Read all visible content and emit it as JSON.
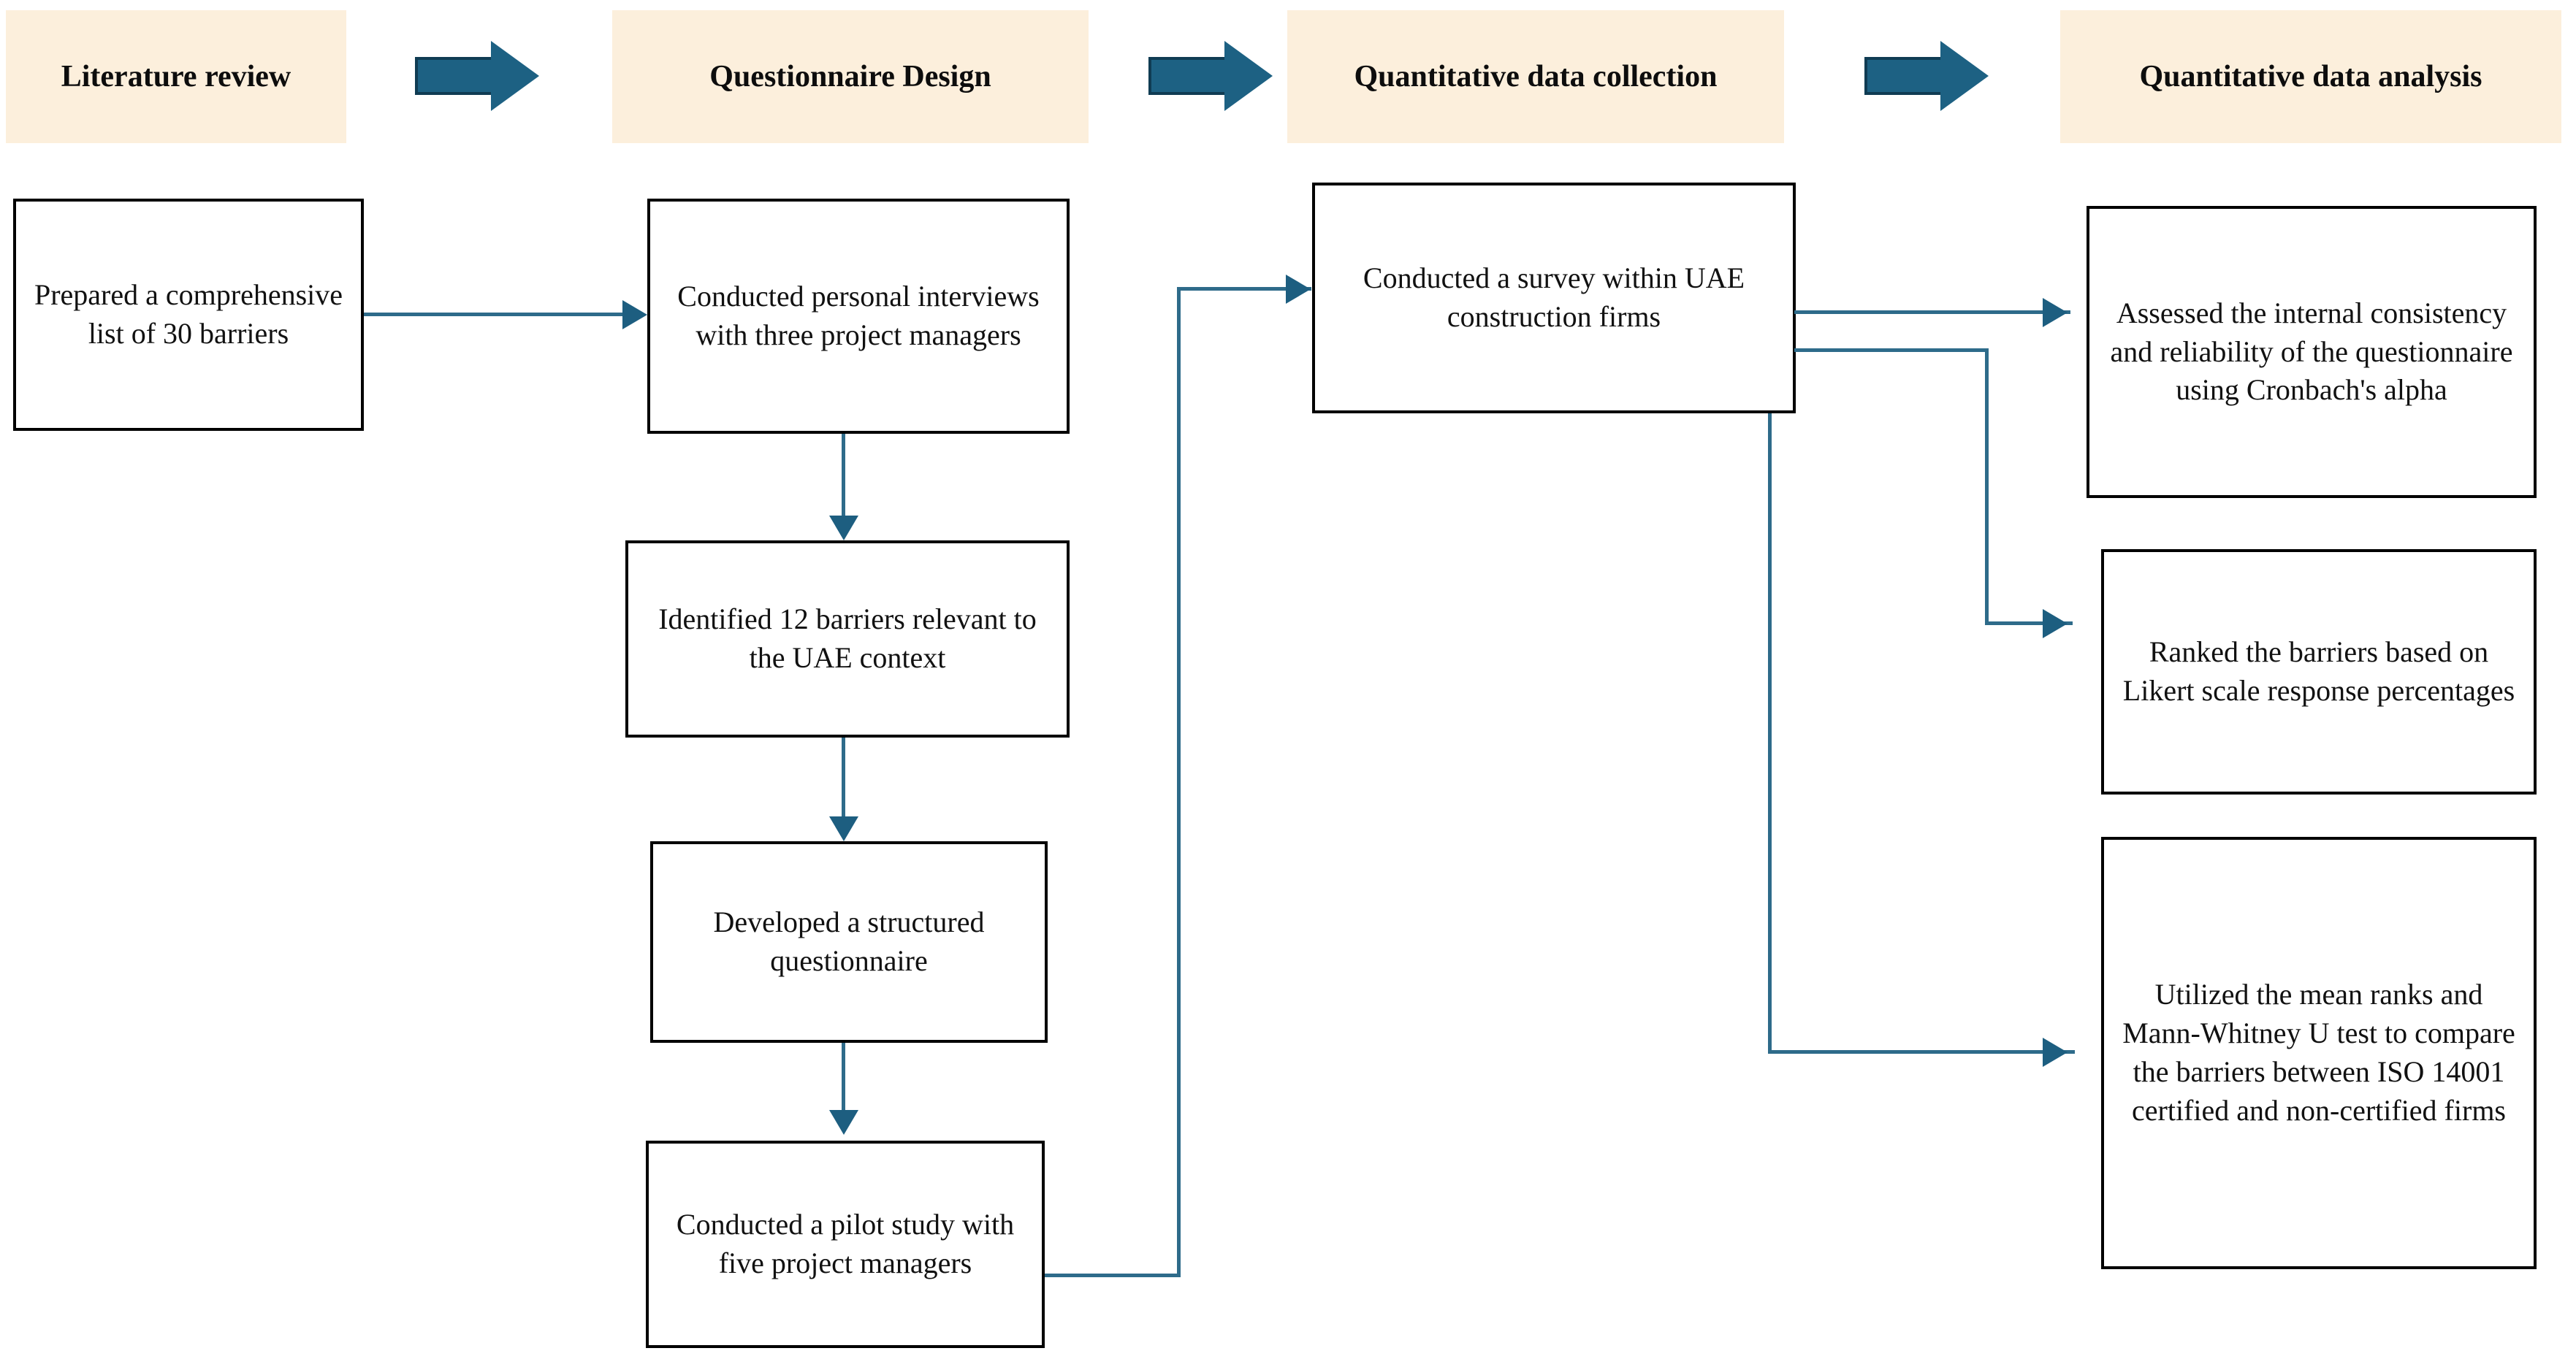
{
  "diagram": {
    "title": "Research methodology flowchart",
    "colors": {
      "header_background": "#FCEFDC",
      "block_arrow": "#1D6183",
      "block_arrow_outline": "#103C53",
      "connector": "#2E6B8A",
      "arrowhead": "#1D5E80",
      "box_border": "#000000",
      "box_background": "#FFFFFF",
      "text": "#111111"
    },
    "headers": [
      {
        "id": "literature-review",
        "label": "Literature review"
      },
      {
        "id": "questionnaire-design",
        "label": "Questionnaire Design"
      },
      {
        "id": "quantitative-data-collection",
        "label": "Quantitative data collection"
      },
      {
        "id": "quantitative-data-analysis",
        "label": "Quantitative data analysis"
      }
    ],
    "stage_arrows": [
      {
        "id": "arrow-lit-to-design",
        "from": "literature-review",
        "to": "questionnaire-design"
      },
      {
        "id": "arrow-design-to-collection",
        "from": "questionnaire-design",
        "to": "quantitative-data-collection"
      },
      {
        "id": "arrow-collection-to-analysis",
        "from": "quantitative-data-collection",
        "to": "quantitative-data-analysis"
      }
    ],
    "boxes": [
      {
        "id": "prepared-barriers-list",
        "column": "literature-review",
        "text": "Prepared a comprehensive list of 30 barriers"
      },
      {
        "id": "personal-interviews",
        "column": "questionnaire-design",
        "text": "Conducted personal interviews with three project managers"
      },
      {
        "id": "identified-12-barriers",
        "column": "questionnaire-design",
        "text": "Identified 12 barriers relevant to the UAE context"
      },
      {
        "id": "developed-questionnaire",
        "column": "questionnaire-design",
        "text": "Developed a structured questionnaire"
      },
      {
        "id": "pilot-study",
        "column": "questionnaire-design",
        "text": "Conducted a pilot study with five project managers"
      },
      {
        "id": "conducted-survey",
        "column": "quantitative-data-collection",
        "text": "Conducted a survey within UAE construction firms"
      },
      {
        "id": "cronbach-alpha",
        "column": "quantitative-data-analysis",
        "text": "Assessed the internal consistency and reliability of the questionnaire using Cronbach's alpha"
      },
      {
        "id": "ranked-barriers",
        "column": "quantitative-data-analysis",
        "text": "Ranked the barriers based on Likert scale response percentages"
      },
      {
        "id": "mann-whitney",
        "column": "quantitative-data-analysis",
        "text": "Utilized the mean ranks and Mann-Whitney U test to compare the barriers between ISO 14001 certified and non-certified firms"
      }
    ],
    "connectors": [
      {
        "id": "prepared-to-interviews",
        "from": "prepared-barriers-list",
        "to": "personal-interviews",
        "style": "straight-right"
      },
      {
        "id": "interviews-to-identified",
        "from": "personal-interviews",
        "to": "identified-12-barriers",
        "style": "straight-down"
      },
      {
        "id": "identified-to-developed",
        "from": "identified-12-barriers",
        "to": "developed-questionnaire",
        "style": "straight-down"
      },
      {
        "id": "developed-to-pilot",
        "from": "developed-questionnaire",
        "to": "pilot-study",
        "style": "straight-down"
      },
      {
        "id": "pilot-to-survey",
        "from": "pilot-study",
        "to": "conducted-survey",
        "style": "right-up-right"
      },
      {
        "id": "survey-to-cronbach",
        "from": "conducted-survey",
        "to": "cronbach-alpha",
        "style": "straight-right"
      },
      {
        "id": "survey-to-ranked",
        "from": "conducted-survey",
        "to": "ranked-barriers",
        "style": "right-down-right"
      },
      {
        "id": "survey-to-mannwhitney",
        "from": "conducted-survey",
        "to": "mann-whitney",
        "style": "down-right"
      }
    ]
  }
}
